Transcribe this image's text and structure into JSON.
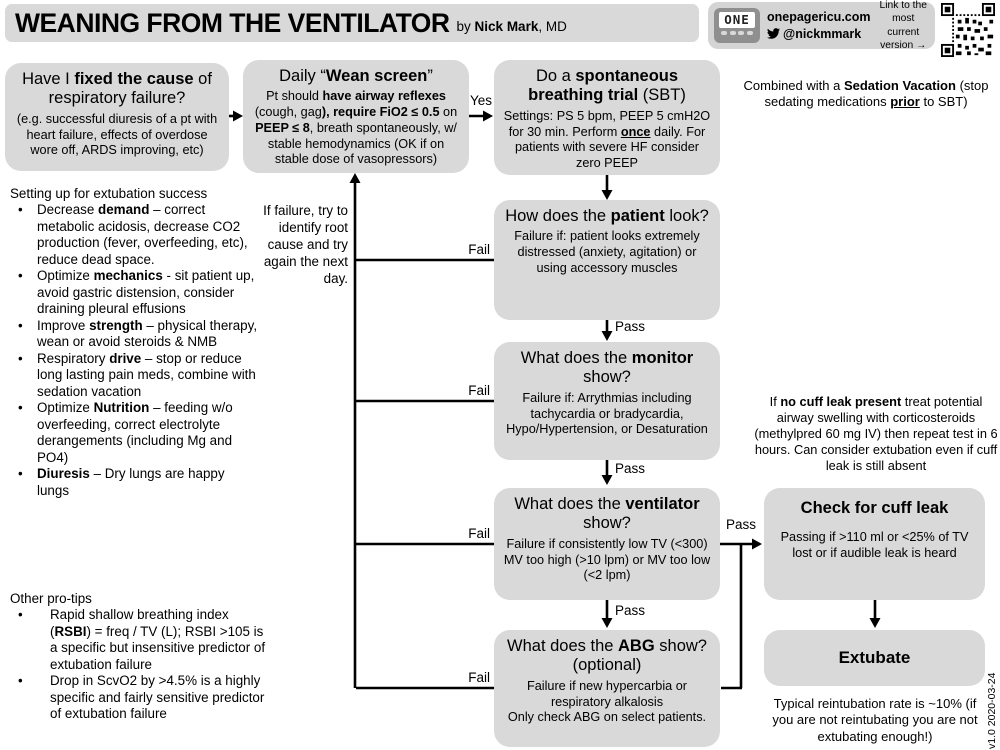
{
  "colors": {
    "box_bg": "#d9d9d9",
    "line": "#000000",
    "pager_body": "#8f8f8f"
  },
  "header": {
    "title": "WEANING FROM THE VENTILATOR",
    "byline": [
      {
        "t": "by "
      },
      {
        "t": "Nick Mark",
        "b": true
      },
      {
        "t": ", MD"
      }
    ],
    "badge": {
      "logo": "ONE",
      "site": "onepagericu.com",
      "twitter_handle": "@nickmmark",
      "link_note": "Link to the most current version →"
    }
  },
  "labels": {
    "yes": "Yes",
    "fail": "Fail",
    "pass": "Pass"
  },
  "flow": {
    "fixed_cause": {
      "title": [
        {
          "t": "Have I "
        },
        {
          "t": "fixed the cause",
          "b": true
        },
        {
          "t": " of respiratory failure?"
        }
      ],
      "body": [
        {
          "t": "(e.g. successful diuresis of a pt with heart failure, effects of overdose wore off, ARDS improving, etc)"
        }
      ]
    },
    "wean_screen": {
      "title": [
        {
          "t": "Daily “"
        },
        {
          "t": "Wean screen",
          "b": true
        },
        {
          "t": "”"
        }
      ],
      "body": [
        {
          "t": "Pt should "
        },
        {
          "t": "have airway reflexes",
          "b": true
        },
        {
          "t": " (cough, gag"
        },
        {
          "t": "), require FiO2 ≤ 0.5",
          "b": true
        },
        {
          "t": " on "
        },
        {
          "t": "PEEP ≤ 8",
          "b": true
        },
        {
          "t": ", breath spontaneously, w/ stable hemodynamics (OK if on stable dose of vasopressors)"
        }
      ]
    },
    "sbt": {
      "title": [
        {
          "t": "Do a "
        },
        {
          "t": "spontaneous breathing trial",
          "b": true
        },
        {
          "t": " (SBT)"
        }
      ],
      "body": [
        {
          "t": "Settings: PS 5 bpm, PEEP 5 cmH2O for 30 min. Perform "
        },
        {
          "t": "once",
          "b": true,
          "u": true
        },
        {
          "t": " daily. For patients with severe HF consider zero PEEP"
        }
      ]
    },
    "patient": {
      "title": [
        {
          "t": "How does the "
        },
        {
          "t": "patient",
          "b": true
        },
        {
          "t": " look?"
        }
      ],
      "body": [
        {
          "t": "Failure if: patient looks extremely distressed (anxiety, agitation) or using accessory muscles"
        }
      ]
    },
    "monitor": {
      "title": [
        {
          "t": "What does the "
        },
        {
          "t": "monitor",
          "b": true
        },
        {
          "t": " show?"
        }
      ],
      "body": [
        {
          "t": "Failure if: Arrythmias including tachycardia or bradycardia, Hypo/Hypertension, or Desaturation"
        }
      ]
    },
    "ventilator": {
      "title": [
        {
          "t": "What does the "
        },
        {
          "t": "ventilator",
          "b": true
        },
        {
          "t": " show?"
        }
      ],
      "body": [
        {
          "t": "Failure if  consistently low TV (<300) MV too high (>10 lpm) or MV too low (<2 lpm)"
        }
      ]
    },
    "abg": {
      "title": [
        {
          "t": "What does the "
        },
        {
          "t": "ABG",
          "b": true
        },
        {
          "t": " show? (optional)"
        }
      ],
      "body": [
        {
          "t": "Failure if new hypercarbia or respiratory alkalosis"
        },
        {
          "br": true
        },
        {
          "t": "Only check ABG on select patients."
        }
      ]
    },
    "cuff_leak": {
      "title": [
        {
          "t": "Check for cuff leak",
          "b": true
        }
      ],
      "body": [
        {
          "t": "Passing if >110 ml or <25% of TV lost or if audible leak is heard"
        }
      ]
    },
    "extubate": {
      "title": [
        {
          "t": "Extubate",
          "b": true
        }
      ]
    }
  },
  "notes": {
    "sedation": [
      {
        "t": "Combined with a "
      },
      {
        "t": "Sedation Vacation",
        "b": true
      },
      {
        "t": " (stop sedating medications "
      },
      {
        "t": "prior",
        "b": true,
        "u": true
      },
      {
        "t": " to SBT)"
      }
    ],
    "retry": "If failure, try to identify root cause and try again the next day.",
    "cuff_leak": [
      {
        "t": "If "
      },
      {
        "t": "no cuff leak present",
        "b": true
      },
      {
        "t": " treat potential airway swelling with corticosteroids (methylpred 60 mg IV) then repeat test in 6 hours. Can consider extubation even if cuff leak is still absent"
      }
    ],
    "reintubation": "Typical reintubation rate is ~10% (if you are not reintubating you are not extubating enough!)",
    "version": "v1.0 2020-03-24"
  },
  "left_panel": {
    "setup_heading": "Setting up for extubation success",
    "setup_bullets": [
      [
        {
          "t": "Decrease "
        },
        {
          "t": "demand",
          "b": true
        },
        {
          "t": " – correct metabolic acidosis, decrease CO2 production (fever, overfeeding, etc), reduce dead space."
        }
      ],
      [
        {
          "t": "Optimize "
        },
        {
          "t": "mechanics",
          "b": true
        },
        {
          "t": " - sit patient up, avoid gastric distension, consider draining pleural effusions"
        }
      ],
      [
        {
          "t": "Improve "
        },
        {
          "t": "strength",
          "b": true
        },
        {
          "t": " – physical therapy, wean or avoid steroids & NMB"
        }
      ],
      [
        {
          "t": "Respiratory "
        },
        {
          "t": "drive",
          "b": true
        },
        {
          "t": " – stop or reduce long lasting pain meds, combine with sedation vacation"
        }
      ],
      [
        {
          "t": "Optimize "
        },
        {
          "t": "Nutrition",
          "b": true
        },
        {
          "t": " – feeding w/o overfeeding, correct electrolyte derangements (including Mg and PO4)"
        }
      ],
      [
        {
          "t": "Diuresis",
          "b": true
        },
        {
          "t": " – Dry lungs are happy lungs"
        }
      ]
    ],
    "protips_heading": "Other pro-tips",
    "protips_bullets": [
      [
        {
          "t": "Rapid shallow breathing index ("
        },
        {
          "t": "RSBI",
          "b": true
        },
        {
          "t": ") = freq / TV (L); RSBI >105 is a specific but insensitive predictor of extubation failure"
        }
      ],
      [
        {
          "t": "Drop in ScvO2 by >4.5% is a highly specific and fairly sensitive predictor of extubation failure"
        }
      ]
    ]
  }
}
